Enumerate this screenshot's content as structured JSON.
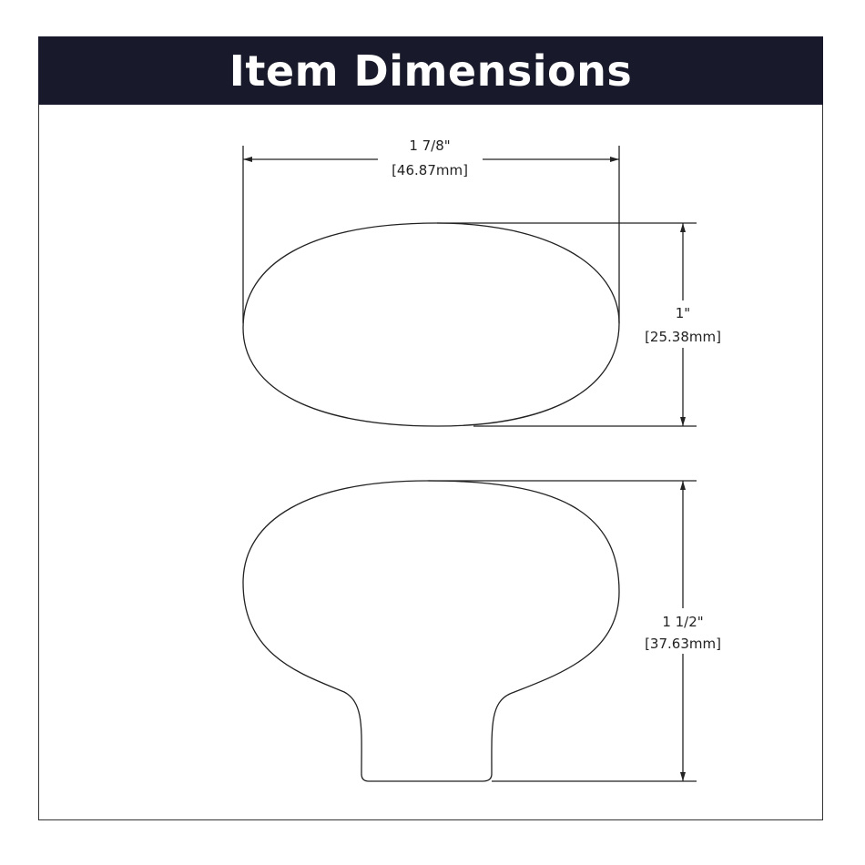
{
  "header": {
    "title": "Item Dimensions",
    "background_color": "#181a2b"
  },
  "dimensions": {
    "width": {
      "imperial": "1 7/8\"",
      "metric": "[46.87mm]"
    },
    "depth": {
      "imperial": "1\"",
      "metric": "[25.38mm]"
    },
    "height": {
      "imperial": "1 1/2\"",
      "metric": "[37.63mm]"
    }
  },
  "views": [
    "top-view",
    "side-view"
  ]
}
